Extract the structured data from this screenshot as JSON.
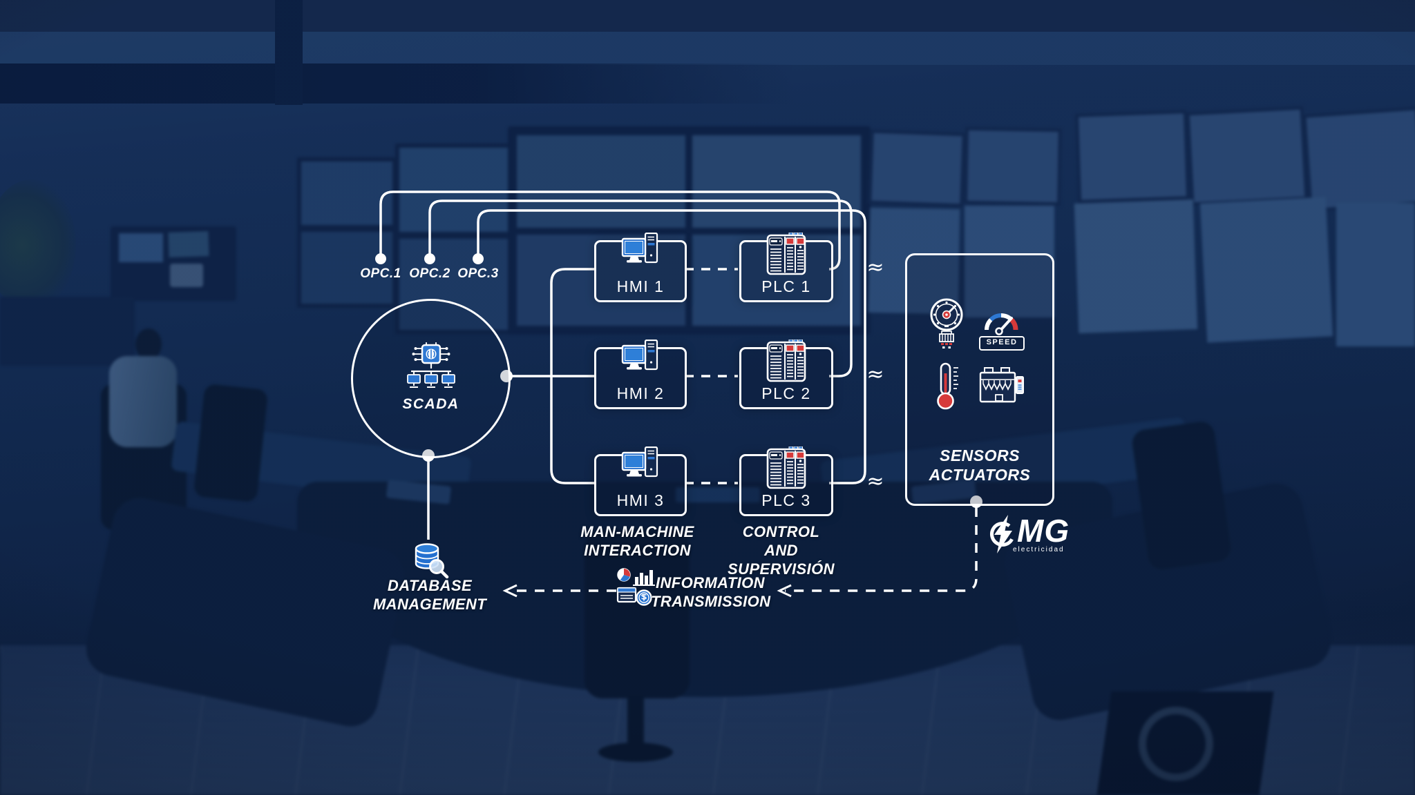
{
  "colors": {
    "background_navy": "#122a50",
    "wire_white": "#ffffff",
    "icon_blue": "#2e78d2",
    "icon_dark_navy": "#16294d",
    "alert_red": "#d63a3a"
  },
  "icons": {
    "scada": "network-brain-icon",
    "hmi": "desktop-computer-icon",
    "plc": "plc-rack-icon",
    "pressure": "pressure-gauge-icon",
    "speed": "speedometer-icon",
    "temperature": "thermometer-icon",
    "actuator": "industrial-machine-icon",
    "database": "database-search-icon",
    "information": "data-report-icon",
    "brand": "lightning-bolt-icon",
    "node_connector": "white-dot"
  },
  "diagram": {
    "opc_nodes": [
      {
        "label": "OPC.1"
      },
      {
        "label": "OPC.2"
      },
      {
        "label": "OPC.3"
      }
    ],
    "scada": {
      "label": "SCADA"
    },
    "rows": [
      {
        "hmi": "HMI 1",
        "plc": "PLC 1"
      },
      {
        "hmi": "HMI 2",
        "plc": "PLC 2"
      },
      {
        "hmi": "HMI 3",
        "plc": "PLC 3"
      }
    ],
    "approx_symbol": "≈",
    "hmi_column_label": {
      "line1": "MAN-MACHINE",
      "line2": "INTERACTION"
    },
    "plc_column_label": {
      "line1": "CONTROL AND",
      "line2": "SUPERVISIÓN"
    },
    "sensors_box": {
      "line1": "SENSORS",
      "line2": "ACTUATORS",
      "speed_badge": "SPEED"
    },
    "database_label": {
      "line1": "DATABASE",
      "line2": "MANAGEMENT"
    },
    "information_label": {
      "line1": "INFORMATION",
      "line2": "TRANSMISSION"
    },
    "brand": {
      "name": "MG",
      "tagline": "electricidad"
    }
  }
}
